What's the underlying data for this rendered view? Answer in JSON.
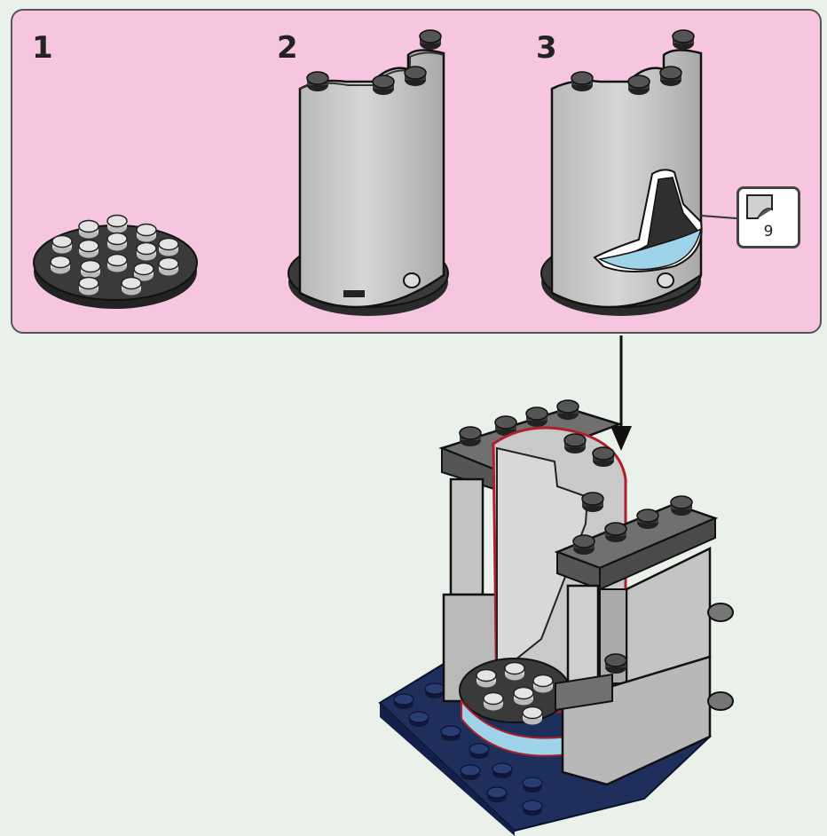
{
  "steps": [
    {
      "number": "1"
    },
    {
      "number": "2"
    },
    {
      "number": "3"
    }
  ],
  "sticker": {
    "number": "9"
  },
  "colors": {
    "callout_bg": "#f6c6e1",
    "page_bg": "#eaf1ea",
    "brick_grey": "#c4c4c4",
    "dark_grey": "#3a3a3a",
    "baseplate_blue": "#1f2f5c",
    "trans_blue": "#9fd3ea",
    "highlight_red": "#b01e2a"
  }
}
